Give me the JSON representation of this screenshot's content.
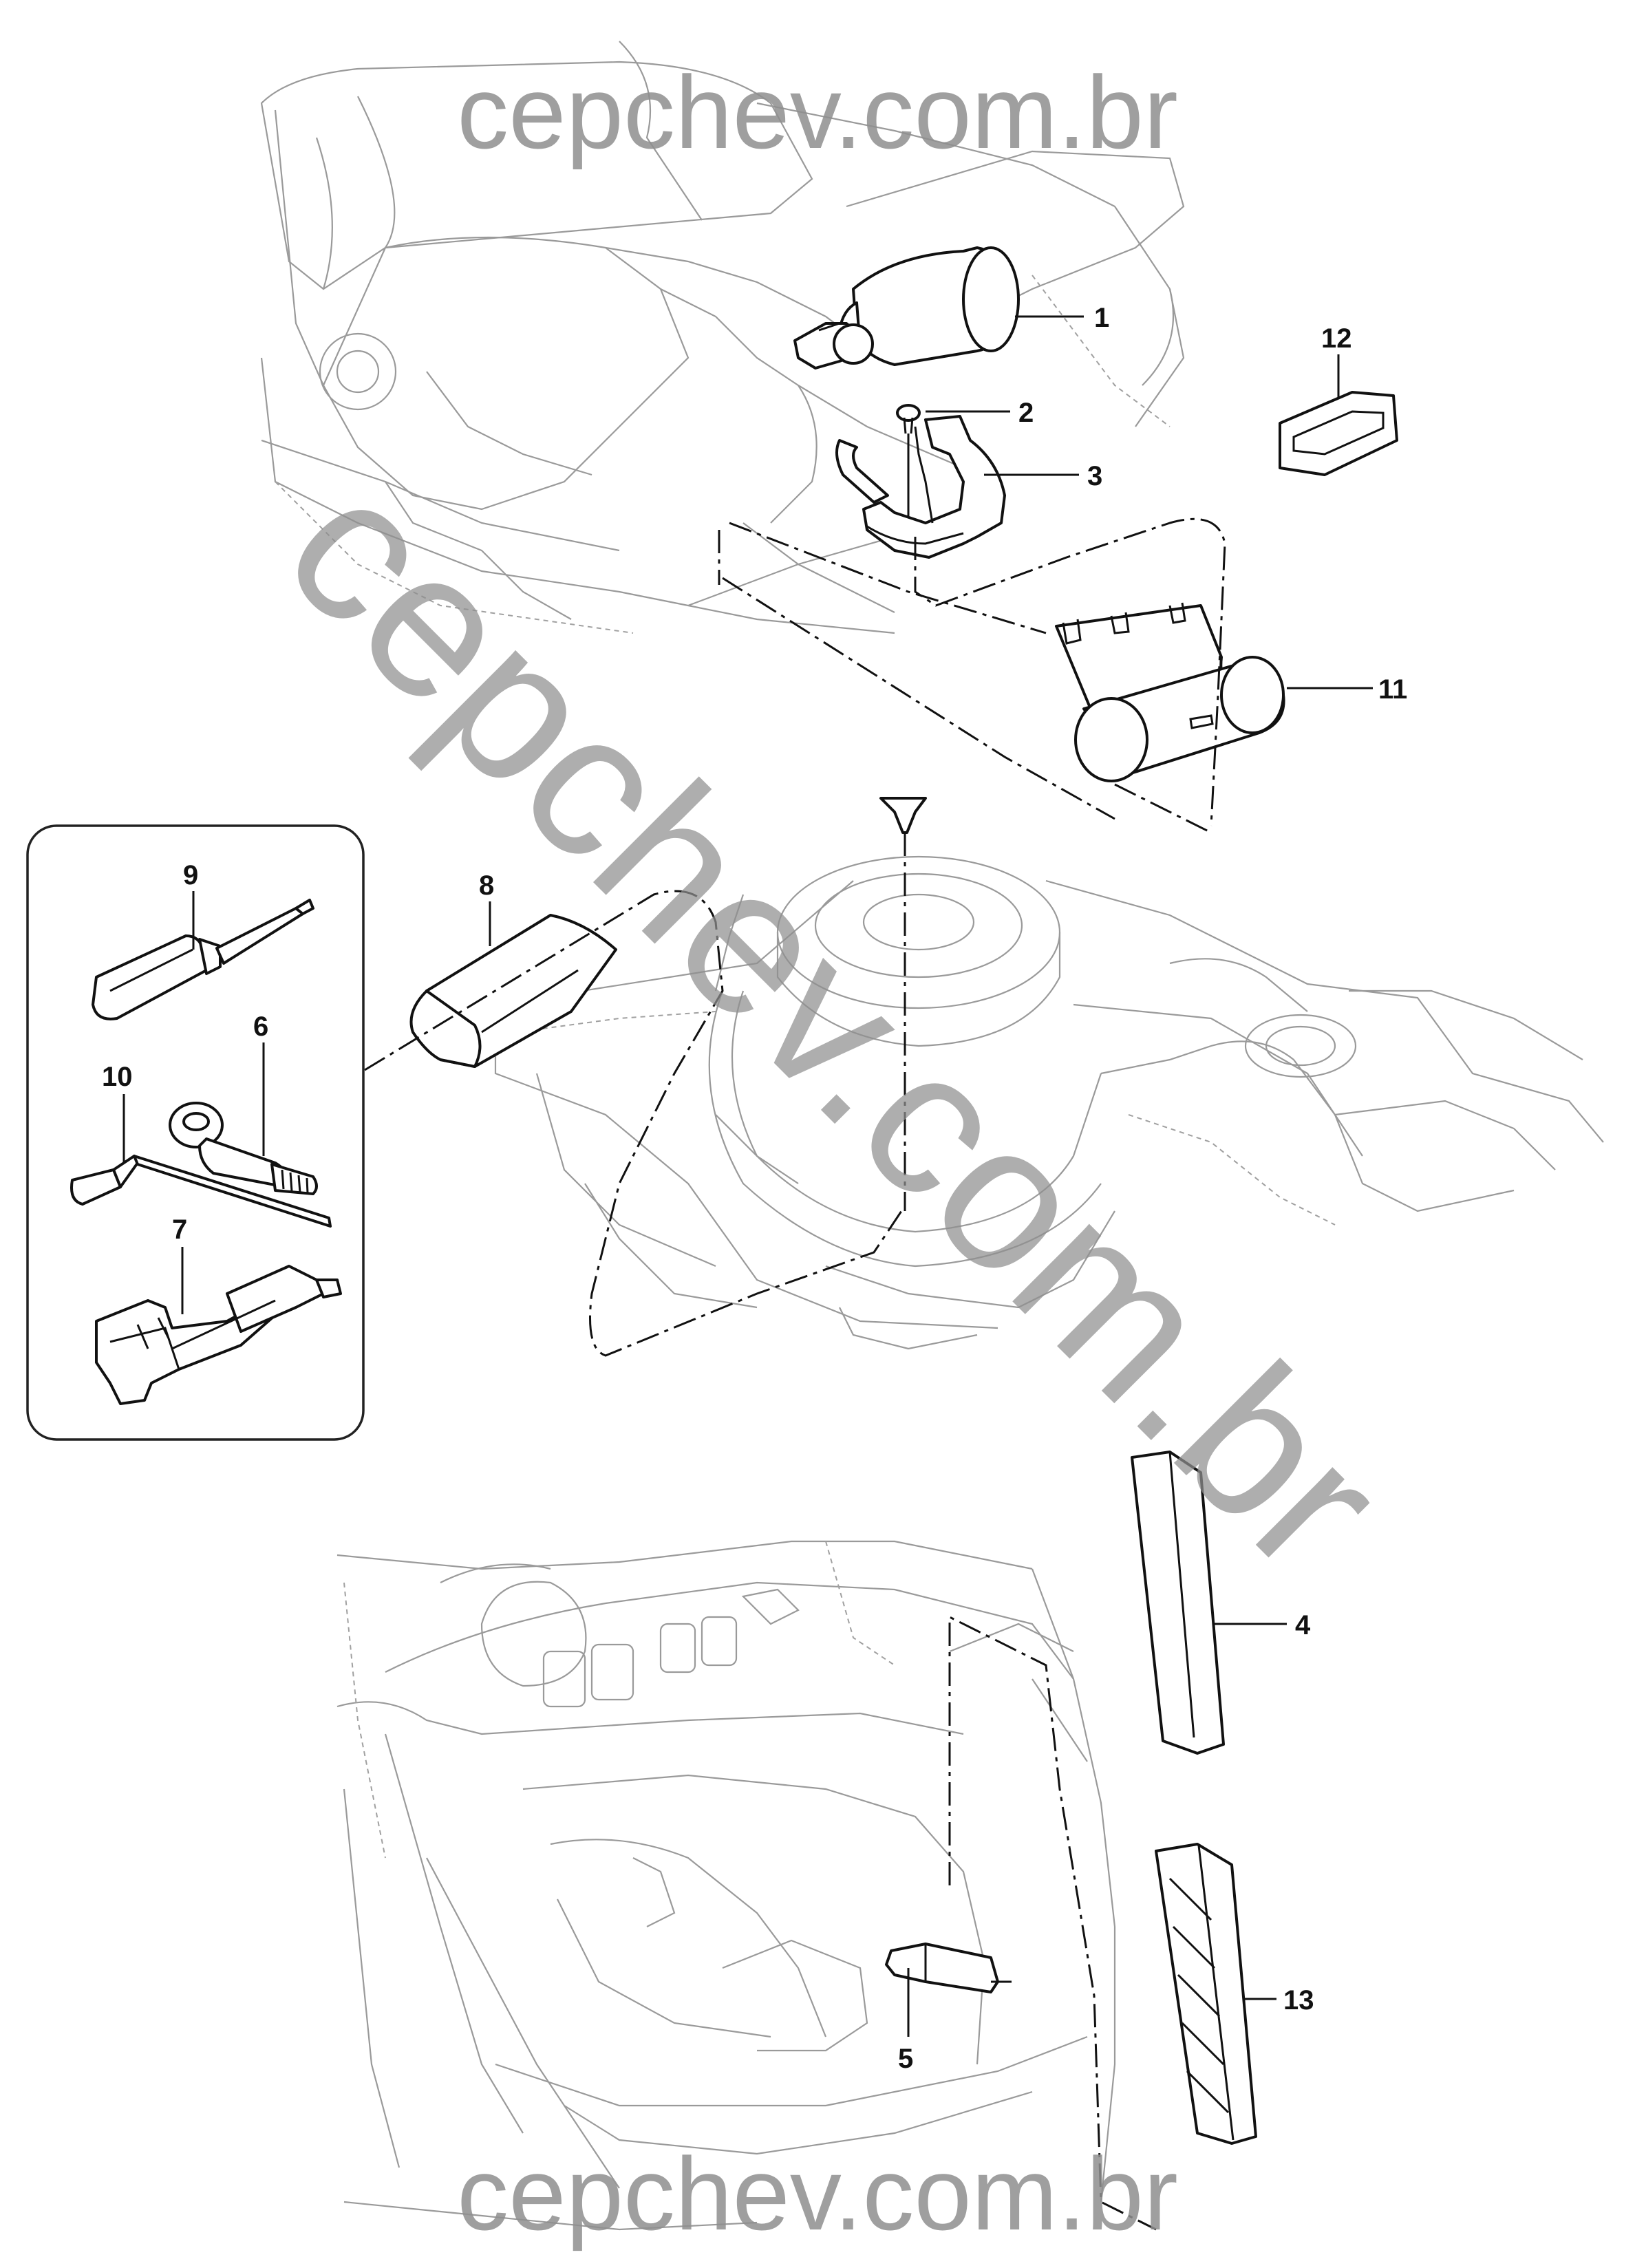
{
  "watermarks": {
    "top": "cepchev.com.br",
    "diagonal": "cepchev.com.br",
    "bottom": "cepchev.com.br"
  },
  "callouts": {
    "c1": "1",
    "c2": "2",
    "c3": "3",
    "c4": "4",
    "c5": "5",
    "c6": "6",
    "c7": "7",
    "c8": "8",
    "c9": "9",
    "c10": "10",
    "c11": "11",
    "c12": "12",
    "c13": "13"
  },
  "colors": {
    "line": "#111111",
    "background_drawing": "#9a9a9a",
    "watermark": "#8f8f8f"
  }
}
